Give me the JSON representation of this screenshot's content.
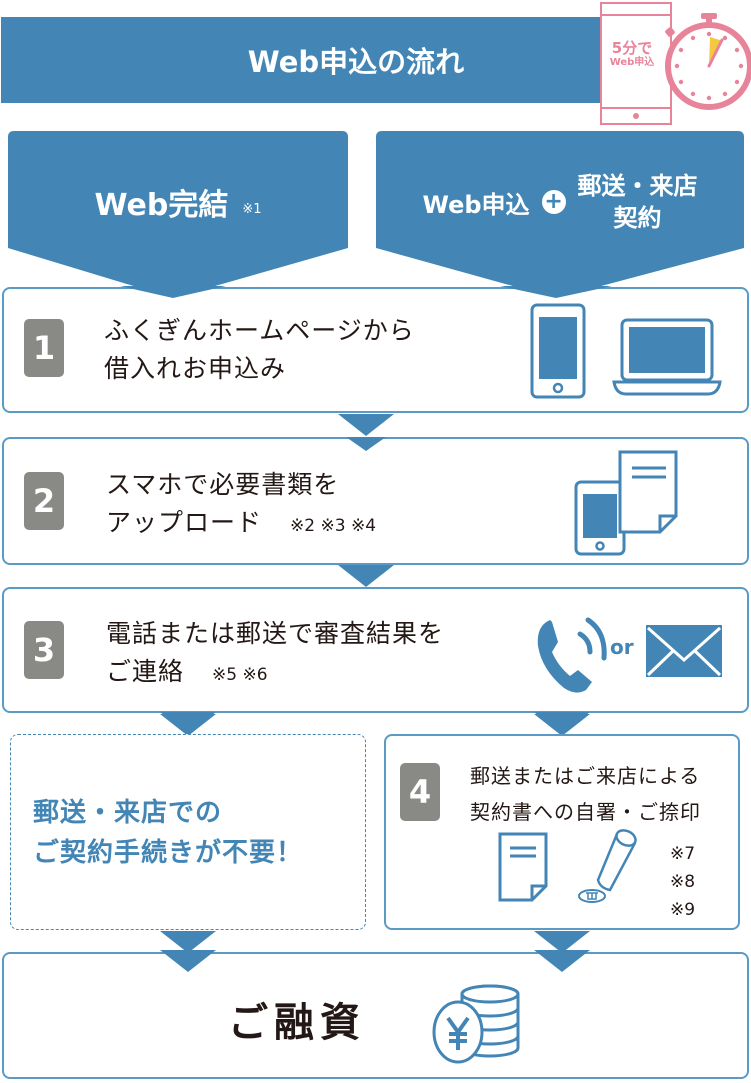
{
  "header": {
    "title": "Web申込の流れ",
    "badge_line1": "5分で",
    "badge_line2": "Web申込"
  },
  "routes": {
    "left": {
      "label": "Web完結",
      "note": "※1"
    },
    "right": {
      "label": "Web申込",
      "plus_icon": "+",
      "label2_line1": "郵送・来店",
      "label2_line2": "契約"
    }
  },
  "steps": [
    {
      "number": "1",
      "line1": "ふくぎんホームページから",
      "line2": "借入れお申込み",
      "notes": "",
      "icons": [
        "smartphone-icon",
        "laptop-icon"
      ]
    },
    {
      "number": "2",
      "line1": "スマホで必要書類を",
      "line2": "アップロード",
      "notes": "※2 ※3 ※4",
      "icons": [
        "smartphone-document-icon"
      ]
    },
    {
      "number": "3",
      "line1": "電話または郵送で審査結果を",
      "line2": "ご連絡",
      "notes": "※5 ※6",
      "icons": [
        "phone-icon",
        "mail-icon"
      ],
      "or_label": "or"
    },
    {
      "number": "4",
      "line1": "郵送またはご来店による",
      "line2": "契約書への自署・ご捺印",
      "notes": [
        "※7",
        "※8",
        "※9"
      ],
      "icons": [
        "document-icon",
        "stamp-icon"
      ]
    }
  ],
  "promo": {
    "line1": "郵送・来店での",
    "line2": "ご契約手続きが不要！"
  },
  "final": {
    "label": "ご融資",
    "icon": "yen-coins-icon"
  },
  "colors": {
    "primary_blue": "#4386b5",
    "step_gray": "#898985",
    "badge_pink": "#e8849a",
    "clock_yellow": "#f5c842"
  }
}
